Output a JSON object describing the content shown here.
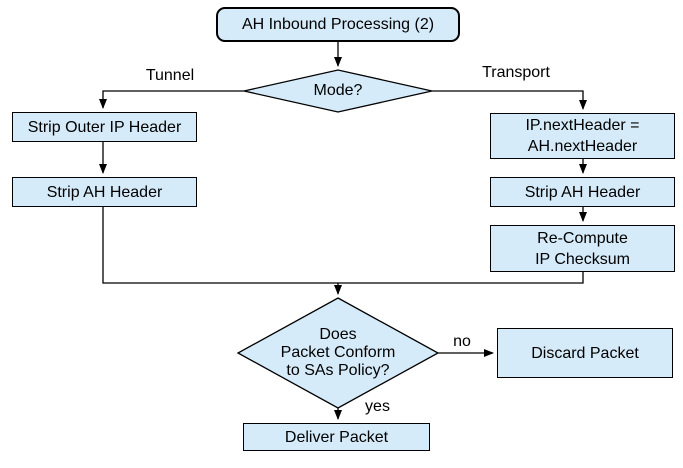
{
  "diagram": {
    "type": "flowchart",
    "background": "#ffffff",
    "node_fill": "#d6ebf9",
    "node_border": "#000000",
    "line_color": "#000000",
    "text_color": "#000000",
    "nodes": {
      "start": {
        "label": "AH Inbound Processing (2)",
        "shape": "rounded-rectangle"
      },
      "mode": {
        "label": "Mode?",
        "shape": "diamond"
      },
      "strip_outer_ip": {
        "label": "Strip Outer IP Header",
        "shape": "rectangle"
      },
      "strip_ah_left": {
        "label": "Strip AH Header",
        "shape": "rectangle"
      },
      "ip_next_header": {
        "lines": [
          "IP.nextHeader =",
          "AH.nextHeader"
        ],
        "shape": "rectangle"
      },
      "strip_ah_right": {
        "label": "Strip AH Header",
        "shape": "rectangle"
      },
      "recompute_checksum": {
        "lines": [
          "Re-Compute",
          "IP Checksum"
        ],
        "shape": "rectangle"
      },
      "policy_check": {
        "lines": [
          "Does",
          "Packet Conform",
          "to SAs Policy?"
        ],
        "shape": "diamond"
      },
      "discard": {
        "label": "Discard Packet",
        "shape": "rectangle"
      },
      "deliver": {
        "label": "Deliver Packet",
        "shape": "rectangle"
      }
    },
    "edge_labels": {
      "tunnel": "Tunnel",
      "transport": "Transport",
      "no": "no",
      "yes": "yes"
    },
    "edges": [
      {
        "from": "start",
        "to": "mode"
      },
      {
        "from": "mode",
        "to": "strip_outer_ip",
        "label": "Tunnel"
      },
      {
        "from": "strip_outer_ip",
        "to": "strip_ah_left"
      },
      {
        "from": "strip_ah_left",
        "to": "policy_check"
      },
      {
        "from": "mode",
        "to": "ip_next_header",
        "label": "Transport"
      },
      {
        "from": "ip_next_header",
        "to": "strip_ah_right"
      },
      {
        "from": "strip_ah_right",
        "to": "recompute_checksum"
      },
      {
        "from": "recompute_checksum",
        "to": "policy_check"
      },
      {
        "from": "policy_check",
        "to": "discard",
        "label": "no"
      },
      {
        "from": "policy_check",
        "to": "deliver",
        "label": "yes"
      }
    ]
  }
}
